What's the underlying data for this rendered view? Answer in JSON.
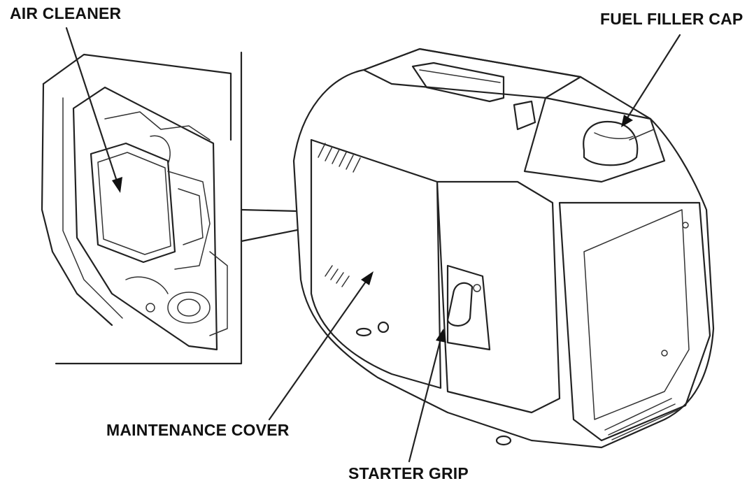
{
  "labels": {
    "air_cleaner": "AIR CLEANER",
    "fuel_filler_cap": "FUEL FILLER CAP",
    "maintenance_cover": "MAINTENANCE COVER",
    "starter_grip": "STARTER GRIP"
  },
  "colors": {
    "line": "#222222",
    "background": "#ffffff"
  }
}
